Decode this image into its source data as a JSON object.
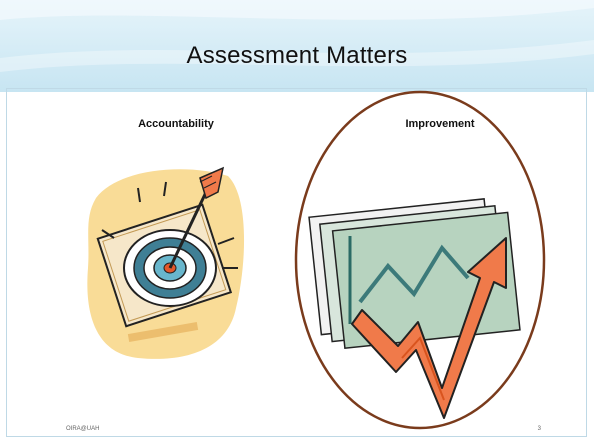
{
  "slide": {
    "title": "Assessment Matters",
    "columns": [
      {
        "heading": "Accountability",
        "illustration": "target-with-arrow-icon"
      },
      {
        "heading": "Improvement",
        "illustration": "rising-chart-arrow-icon"
      }
    ],
    "footer": {
      "left": "OIRA@UAH",
      "right": "3"
    }
  },
  "colors": {
    "banner": "#c9e7f3",
    "circle_outline": "#7a3b1c",
    "arrow_orange": "#f07a4a",
    "chart_green": "#b7d3bf"
  }
}
